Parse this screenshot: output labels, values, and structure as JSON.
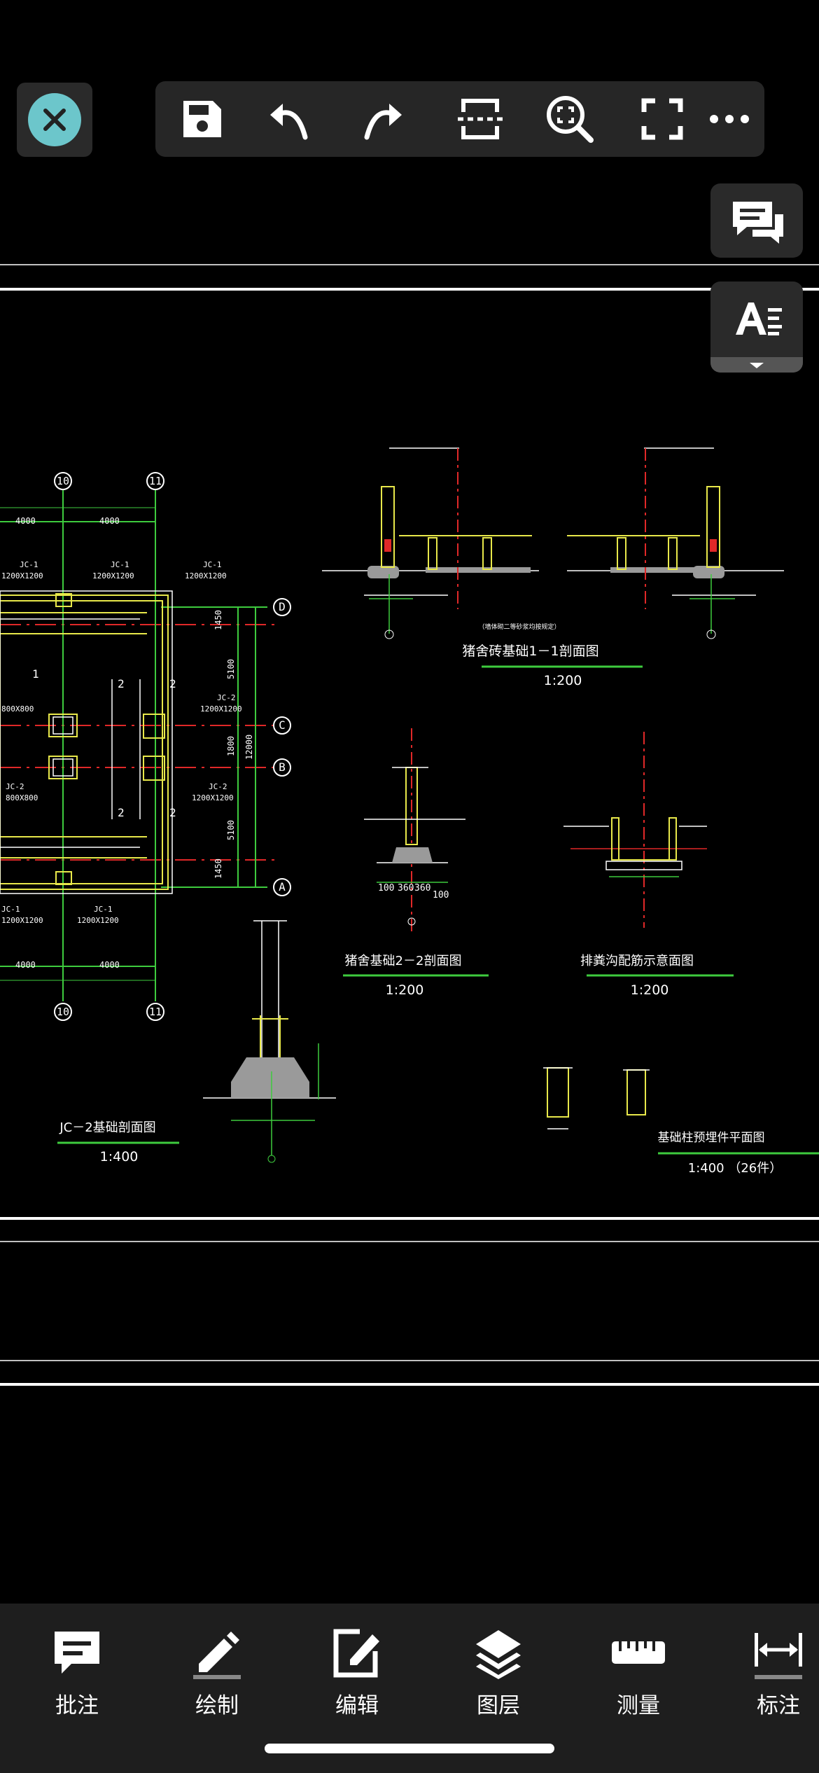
{
  "toolbar": {
    "close": "close-icon",
    "buttons": [
      "save-icon",
      "undo-icon",
      "redo-icon",
      "split-view-icon",
      "zoom-fit-icon",
      "fullscreen-icon",
      "more-icon"
    ]
  },
  "side": {
    "comments": "comments-icon",
    "text_style": "text-style-icon"
  },
  "colors": {
    "accent": "#6cc6cb",
    "cad_yellow": "#e8e84a",
    "cad_green": "#3ecb3e",
    "cad_red": "#e02828",
    "cad_white": "#ffffff",
    "cad_grey": "#9a9a9a"
  },
  "drawing": {
    "axis_10": "10",
    "axis_11": "11",
    "axis_D": "D",
    "axis_C": "C",
    "axis_B": "B",
    "axis_A": "A",
    "dim_4000": "4000",
    "dim_1450": "1450",
    "dim_5100": "5100",
    "dim_1800": "1800",
    "dim_12000": "12000",
    "jc1": "JC-1",
    "jc2": "JC-2",
    "size_1200": "1200X1200",
    "size_800": "800X800",
    "section_no_1": "1",
    "section_no_2": "2",
    "dims_100": "100",
    "dims_360": "360",
    "title_pig_house_1": "猪舍砖基础1－1剖面图",
    "scale_1_200": "1:200",
    "note_small": "（墙体砌二等砂浆均按规定）",
    "title_pig_house_2": "猪舍基础2－2剖面图",
    "title_drain": "排粪沟配筋示意面图",
    "title_jc2": "JC－2基础剖面图",
    "scale_1_400": "1:400",
    "title_embedded": "基础柱预埋件平面图",
    "scale_embedded": "1:400 （26件）"
  },
  "bottom_nav": [
    {
      "label": "批注",
      "icon": "annotate-icon"
    },
    {
      "label": "绘制",
      "icon": "draw-pencil-icon"
    },
    {
      "label": "编辑",
      "icon": "edit-icon"
    },
    {
      "label": "图层",
      "icon": "layers-icon"
    },
    {
      "label": "测量",
      "icon": "ruler-icon"
    },
    {
      "label": "标注",
      "icon": "dimension-icon"
    }
  ]
}
